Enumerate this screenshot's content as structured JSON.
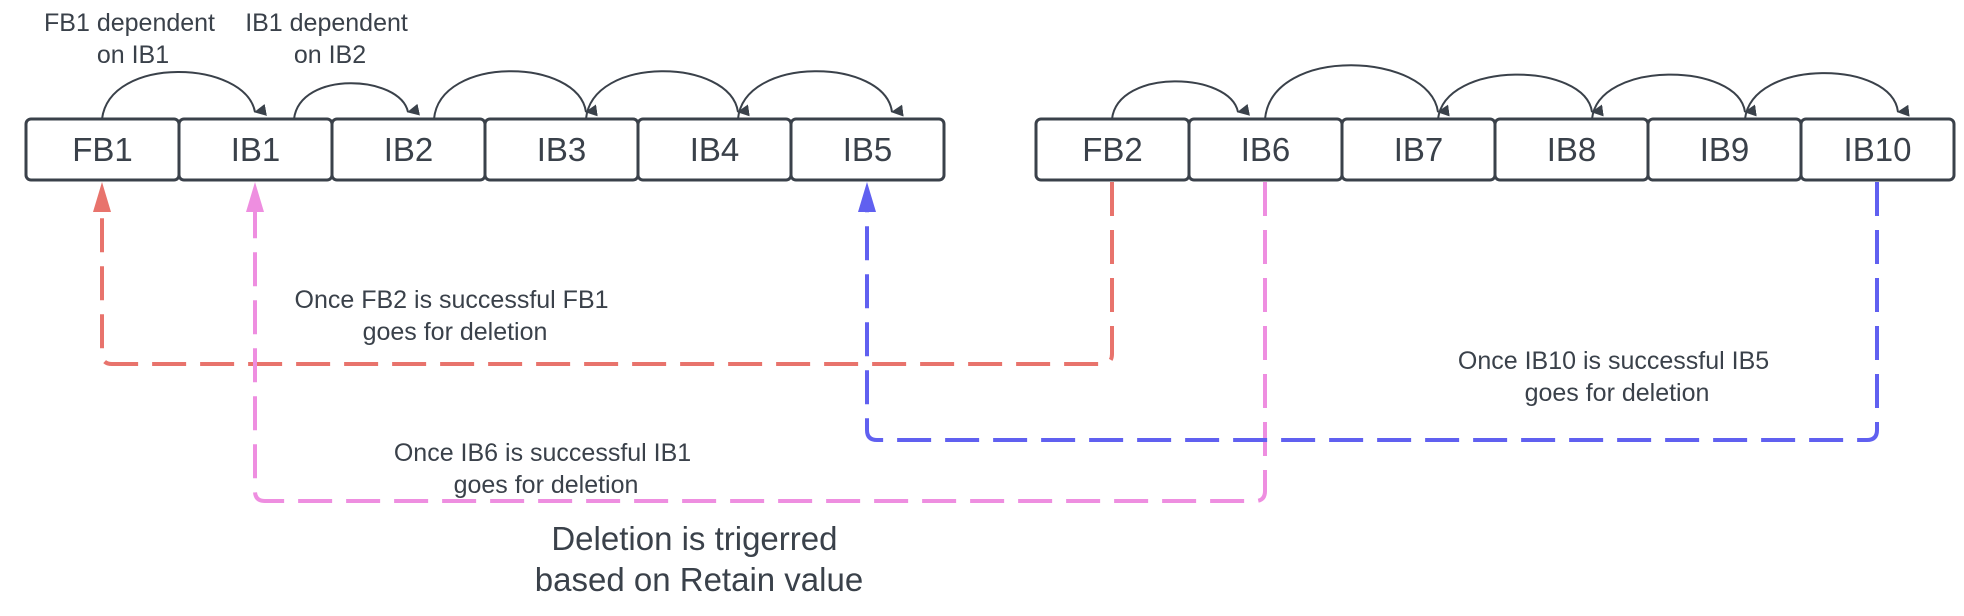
{
  "group_a": [
    "FB1",
    "IB1",
    "IB2",
    "IB3",
    "IB4",
    "IB5"
  ],
  "group_b": [
    "FB2",
    "IB6",
    "IB7",
    "IB8",
    "IB9",
    "IB10"
  ],
  "top_notes": {
    "fb1_dep": [
      "FB1 dependent",
      "on IB1"
    ],
    "ib1_dep": [
      "IB1 dependent",
      "on IB2"
    ]
  },
  "deletion_notes": {
    "fb2_fb1": [
      "Once FB2 is successful FB1",
      "goes for deletion"
    ],
    "ib6_ib1": [
      "Once IB6 is successful IB1",
      "goes for deletion"
    ],
    "ib10_ib5": [
      "Once IB10 is successful IB5",
      "goes for deletion"
    ]
  },
  "footer_note": [
    "Deletion is trigerred",
    "based on Retain value"
  ],
  "colors": {
    "box_stroke": "#3a414a",
    "text": "#3a414a",
    "red": "#e8736c",
    "pink": "#ee8ee0",
    "blue": "#6060f0"
  }
}
